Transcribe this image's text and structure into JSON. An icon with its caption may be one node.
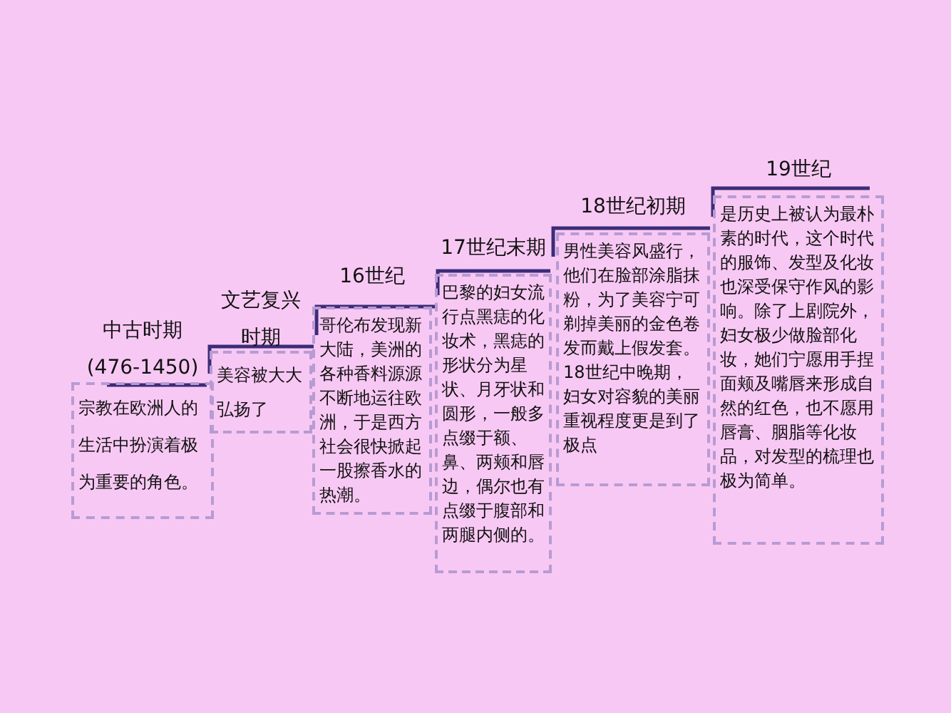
{
  "diagram": {
    "nodes": [
      {
        "text": [
          "中古时期",
          "(476-1450)",
          "宗教在欧洲人的生活中扮演着极为重要的角色。"
        ]
      },
      {
        "text": [
          "文艺复兴时期",
          "美容被大大弘扬了"
        ]
      },
      {
        "text": [
          "16世纪",
          "哥伦布发现新大陆，美洲的各种香料源源不断地运往欧洲，于是西方社会很快掀起一股擦香水的热潮。"
        ]
      },
      {
        "text": [
          "17世纪末期",
          "巴黎的妇女流行点黑痣的化妆术，黑痣的形状分为星状、月牙状和圆形，一般多点缀于额、鼻、两颊和唇边，偶尔也有点缀于腹部和两腿内侧的。"
        ]
      },
      {
        "text": [
          "18世纪初期",
          "男性美容风盛行，他们在脸部涂脂抹粉，为了美容宁可剃掉美丽的金色卷发而戴上假发套。18世纪中晚期，妇女对容貌的美丽重视程度更是到了极点"
        ]
      },
      {
        "text": [
          "19世纪",
          "是历史上被认为最朴素的时代，这个时代的服饰、发型及化妆也深受保守作风的影响。除了上剧院外，妇女极少做脸部化妆，她们宁愿用手捏面颊及嘴唇来形成自然的红色，也不愿用唇膏、胭脂等化妆品，对发型的梳理也极为简单。"
        ]
      }
    ]
  }
}
